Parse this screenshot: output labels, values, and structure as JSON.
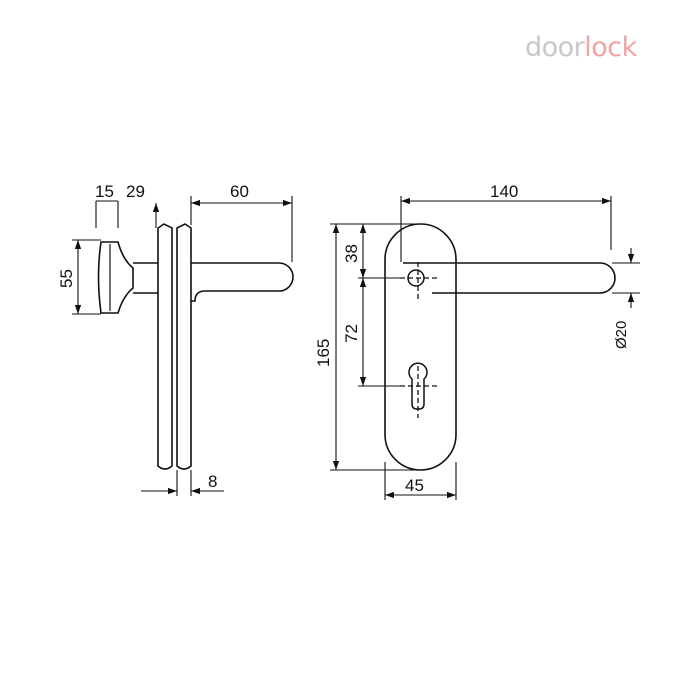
{
  "brand": {
    "part_a": "door",
    "part_b": "lock",
    "color_a": "#c8c8c8",
    "color_b": "#f2a3a3"
  },
  "dimensions": {
    "rose_depth": "15",
    "knob_depth": "29",
    "knob_diameter": "55",
    "lever_projection": "60",
    "plate_thickness": "8",
    "lever_length": "140",
    "handle_to_top": "38",
    "handle_to_cylinder": "72",
    "plate_height": "165",
    "plate_width": "45",
    "lever_diameter": "Ø20"
  }
}
